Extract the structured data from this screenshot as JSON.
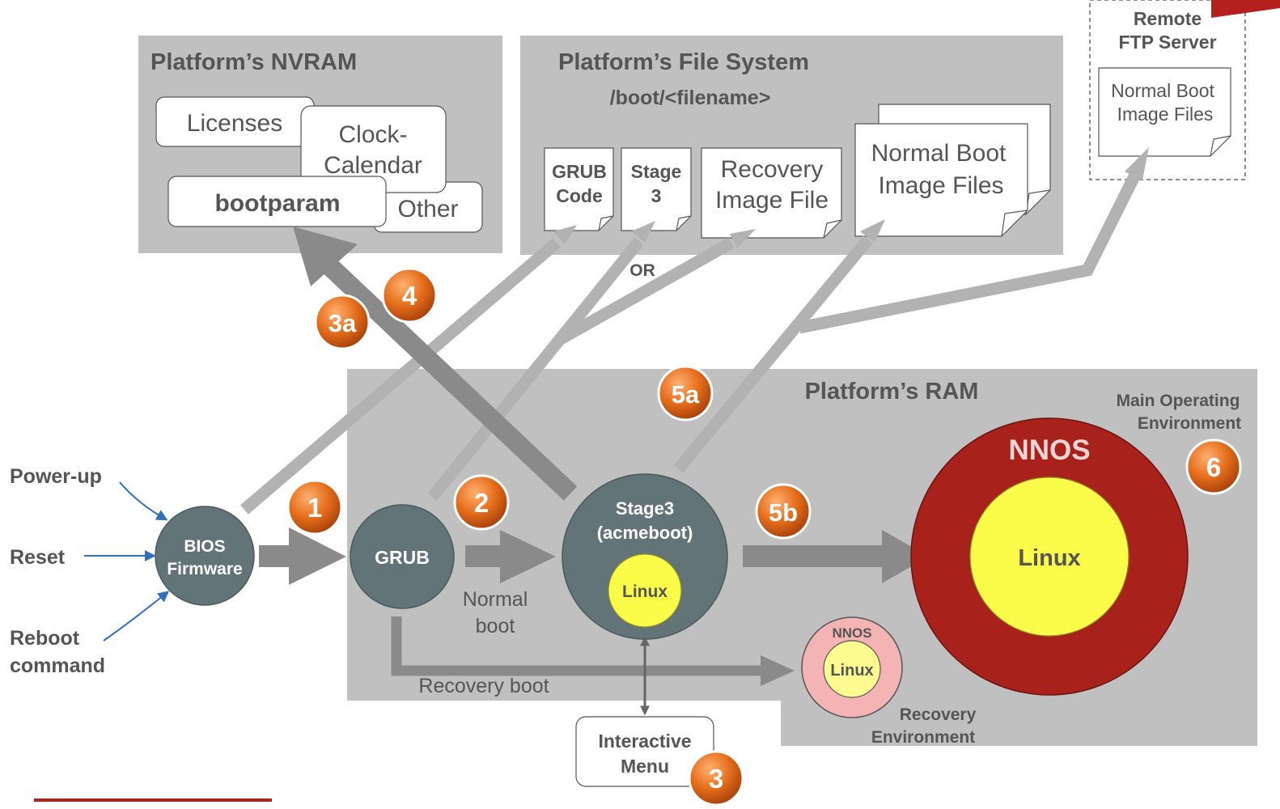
{
  "colors": {
    "panel": "#c0c0c0",
    "panel_text": "#555555",
    "arrow_light": "#b2b2b2",
    "arrow_dark": "#8a8a8a",
    "node_slate": "#627478",
    "nnos_red": "#a8221b",
    "linux_yellow": "#fbfb4a",
    "recovery_pink": "#f4b4b4",
    "badge_orange": "#e46d1a",
    "accent_line": "#b3201e",
    "input_arrow_blue": "#2e6fbe"
  },
  "nvram": {
    "title": "Platform’s NVRAM",
    "licenses": "Licenses",
    "clock_line1": "Clock-",
    "clock_line2": "Calendar",
    "bootparam": "bootparam",
    "other": "Other"
  },
  "filesystem": {
    "title": "Platform’s File System",
    "path": "/boot/<filename>",
    "grub_line1": "GRUB",
    "grub_line2": "Code",
    "stage3_line1": "Stage",
    "stage3_line2": "3",
    "recovery_line1": "Recovery",
    "recovery_line2": "Image File",
    "normal_line1": "Normal Boot",
    "normal_line2": "Image Files",
    "or_label": "OR"
  },
  "ftp": {
    "title_line1": "Remote",
    "title_line2": "FTP Server",
    "file_line1": "Normal Boot",
    "file_line2": "Image Files"
  },
  "ram": {
    "title": "Platform’s RAM",
    "main_env_line1": "Main Operating",
    "main_env_line2": "Environment",
    "recovery_env_line1": "Recovery",
    "recovery_env_line2": "Environment"
  },
  "inputs": {
    "powerup": "Power-up",
    "reset": "Reset",
    "reboot_line1": "Reboot",
    "reboot_line2": "command"
  },
  "nodes": {
    "bios_line1": "BIOS",
    "bios_line2": "Firmware",
    "grub": "GRUB",
    "stage3_line1": "Stage3",
    "stage3_line2": "(acmeboot)",
    "stage3_linux": "Linux",
    "nnos": "NNOS",
    "nnos_linux": "Linux",
    "recovery_nnos": "NNOS",
    "recovery_linux": "Linux",
    "interactive_line1": "Interactive",
    "interactive_line2": "Menu"
  },
  "edges": {
    "normal_boot_line1": "Normal",
    "normal_boot_line2": "boot",
    "recovery_boot": "Recovery boot"
  },
  "badges": {
    "b1": "1",
    "b2": "2",
    "b3": "3",
    "b3a": "3a",
    "b4": "4",
    "b5a": "5a",
    "b5b": "5b",
    "b6": "6"
  }
}
